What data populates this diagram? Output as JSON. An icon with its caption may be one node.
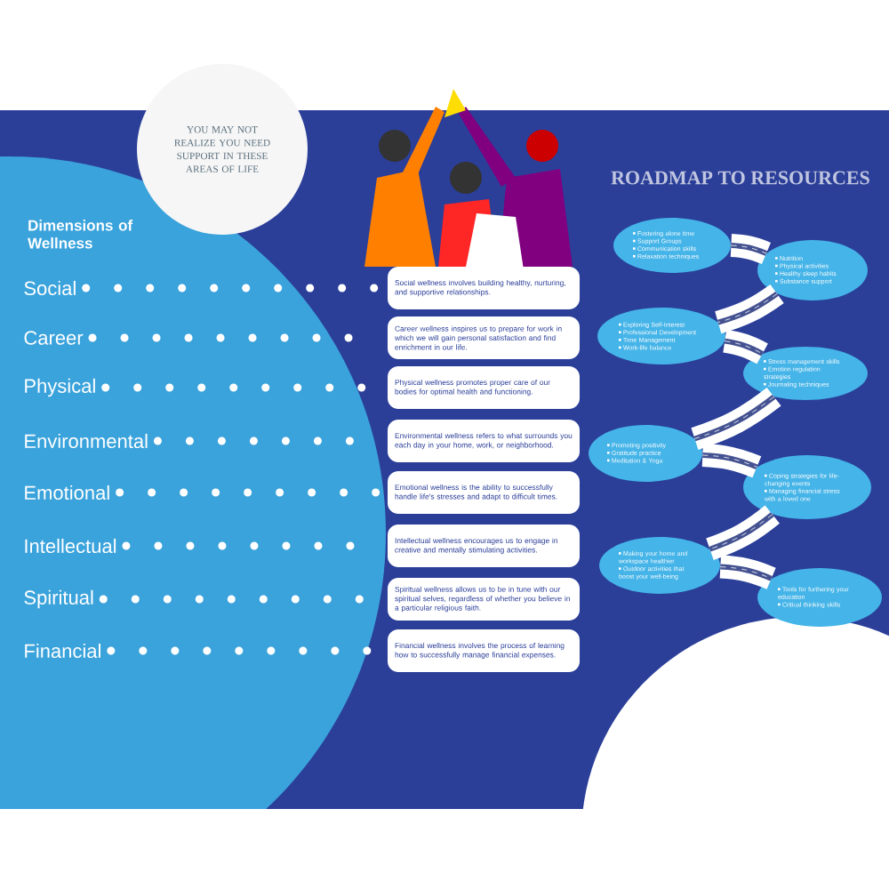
{
  "diagram": {
    "nodes": [
      {
        "text": [
          "YOU MAY NOT REALIZE YOU NEED SUPPORT IN THESE AREAS OF LIFE"
        ]
      },
      {
        "text": [
          "Social"
        ]
      },
      {
        "text": [
          "Career"
        ]
      },
      {
        "text": [
          "Physical"
        ]
      },
      {
        "text": [
          "Environmental"
        ]
      },
      {
        "text": [
          "Emotional"
        ]
      },
      {
        "text": [
          "Intellectual"
        ]
      },
      {
        "text": [
          "Spiritual"
        ]
      },
      {
        "text": [
          "Financial"
        ]
      },
      {
        "text": [
          "Social wellness involves building healthy, nurturing, and supportive relationships."
        ]
      },
      {
        "text": [
          "Career wellness inspires us to prepare for work in which we will gain personal satisfaction and find enrichment in our life."
        ]
      },
      {
        "text": [
          "Physical wellness promotes proper care of our bodies for optimal health and functioning."
        ]
      },
      {
        "text": [
          "Environmental wellness refers to what surrounds you each day in your home, work, or neighborhood."
        ]
      },
      {
        "text": [
          "Emotional wellness is the ability to successfully handle life's stresses and adapt to difficult times."
        ]
      },
      {
        "text": [
          "Intellectual wellness encourages us to engage in creative and mentally stimulating activities."
        ]
      },
      {
        "text": [
          "Spiritual wellness allows us to be in tune with our spiritual selves, regardless of whether you believe in a particular religious faith."
        ]
      },
      {
        "text": [
          "Financial wellness involves the process of learning how to successfully manage financial expenses."
        ]
      },
      {
        "text": [
          "Fostering alone time",
          "Support Groups",
          "Communication skills",
          "Relaxation techniques"
        ]
      },
      {
        "text": [
          "Nutrition",
          "Physical activities",
          "Healthy sleep habits",
          "Substance support"
        ]
      },
      {
        "text": [
          "Exploring Self-Interest",
          "Professional Development",
          "Time Management",
          "Work-life balance"
        ]
      },
      {
        "text": [
          "Stress management skills",
          "Emotion regulation strategies",
          "Journaling techniques"
        ]
      },
      {
        "text": [
          "Promoting positivity",
          "Gratitude practice",
          "Meditation & Yoga"
        ]
      },
      {
        "text": [
          "Coping strategies for life-changing events",
          "Managing financial stress with a loved one"
        ]
      },
      {
        "text": [
          "Making your home and workspace healthier",
          "Outdoor activities that boost your well-being"
        ]
      },
      {
        "text": [
          "Tools for furthering your education",
          "Critical thinking skills"
        ]
      }
    ],
    "edges": [
      {
        "from": 1,
        "to": 9,
        "arrow": "none",
        "style": "dashed"
      },
      {
        "from": 2,
        "to": 10,
        "arrow": "none",
        "style": "dashed"
      },
      {
        "from": 3,
        "to": 11,
        "arrow": "none",
        "style": "dashed"
      },
      {
        "from": 4,
        "to": 12,
        "arrow": "none",
        "style": "dashed"
      },
      {
        "from": 5,
        "to": 13,
        "arrow": "none",
        "style": "dashed"
      },
      {
        "from": 6,
        "to": 14,
        "arrow": "none",
        "style": "dashed"
      },
      {
        "from": 7,
        "to": 15,
        "arrow": "none",
        "style": "dashed"
      },
      {
        "from": 8,
        "to": 16,
        "arrow": "none",
        "style": "dashed"
      },
      {
        "from": 17,
        "to": 18,
        "arrow": "none",
        "style": "thick"
      },
      {
        "from": 18,
        "to": 19,
        "arrow": "none",
        "style": "thick"
      },
      {
        "from": 19,
        "to": 20,
        "arrow": "none",
        "style": "thick"
      },
      {
        "from": 20,
        "to": 21,
        "arrow": "none",
        "style": "thick"
      },
      {
        "from": 21,
        "to": 22,
        "arrow": "none",
        "style": "thick"
      },
      {
        "from": 22,
        "to": 23,
        "arrow": "none",
        "style": "thick"
      },
      {
        "from": 23,
        "to": 24,
        "arrow": "none",
        "style": "thick"
      }
    ],
    "labels": [
      "ROADMAP TO RESOURCES",
      "Dimensions of Wellness"
    ]
  }
}
